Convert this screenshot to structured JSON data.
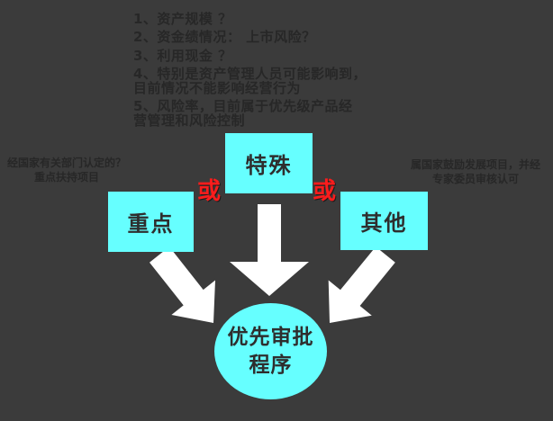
{
  "colors": {
    "background": "#3b3b3b",
    "cyan": "#66ffff",
    "box_text": "#2e2e2e",
    "red": "#fb1c1c",
    "arrow_white": "#ffffff",
    "note_text": "#272727"
  },
  "notes": {
    "lines": [
      "1、资产规模 ？",
      "2、资金绩情况： 上市风险？",
      "3、利用现金 ？",
      "4、特别是资产管理人员可能影响到，",
      "目前情况不能影响经营行为",
      "5、风险率，目前属于优先级产品经",
      "营管理和风险控制"
    ]
  },
  "left_note": {
    "line1": "经国家有关部门认定的？",
    "line2": "重点扶持项目"
  },
  "right_note": {
    "line1": "属国家鼓励发展项目，并经",
    "line2": "专家委员审核认可"
  },
  "boxes": {
    "key": "重点",
    "special": "特殊",
    "other": "其他"
  },
  "or_labels": {
    "left": "或",
    "right": "或"
  },
  "circle": {
    "line1": "优先审批",
    "line2": "程序"
  }
}
